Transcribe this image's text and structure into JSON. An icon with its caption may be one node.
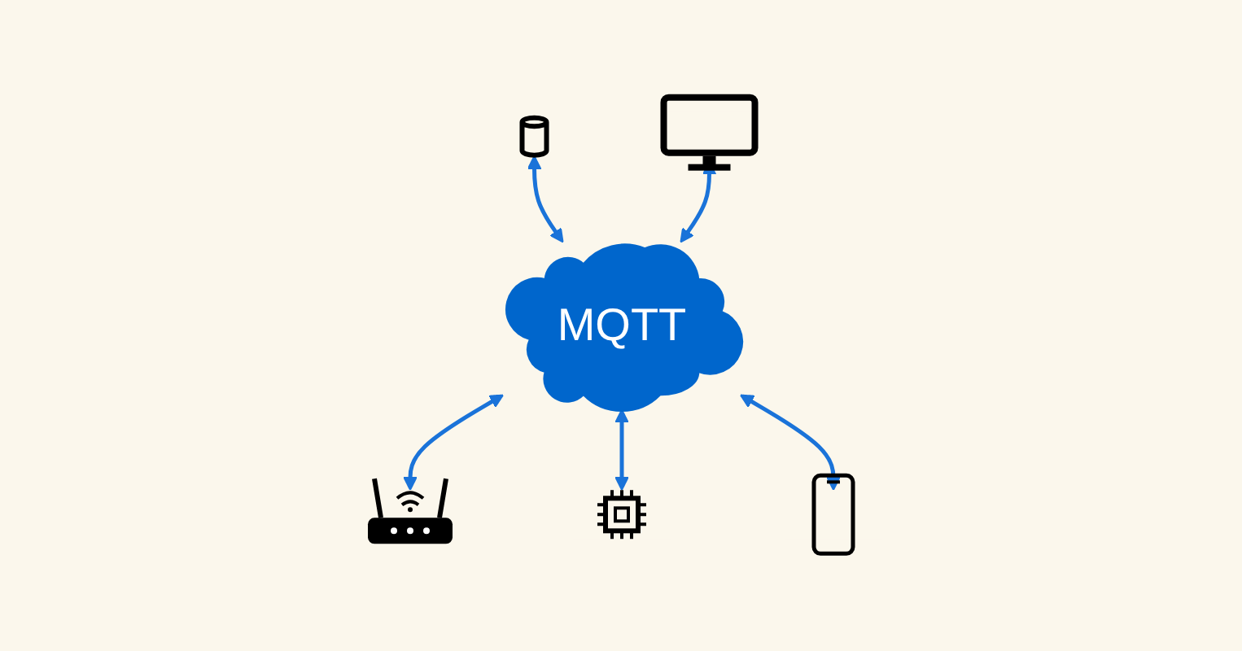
{
  "diagram": {
    "nodes": [
      {
        "text": [],
        "shape": "cylinder"
      },
      {
        "text": [],
        "shape": "box"
      },
      {
        "text": [
          "MQTT"
        ]
      },
      {
        "text": [],
        "shape": "picture"
      },
      {
        "text": [],
        "shape": "picture"
      },
      {
        "text": [],
        "shape": "picture"
      }
    ],
    "edges": [
      {
        "from": 0,
        "to": 2,
        "arrow": "both"
      },
      {
        "from": 1,
        "to": 2,
        "arrow": "both"
      },
      {
        "from": 2,
        "to": 3,
        "arrow": "both"
      },
      {
        "from": 2,
        "to": 4,
        "arrow": "both"
      },
      {
        "from": 2,
        "to": 5,
        "arrow": "both"
      }
    ]
  }
}
